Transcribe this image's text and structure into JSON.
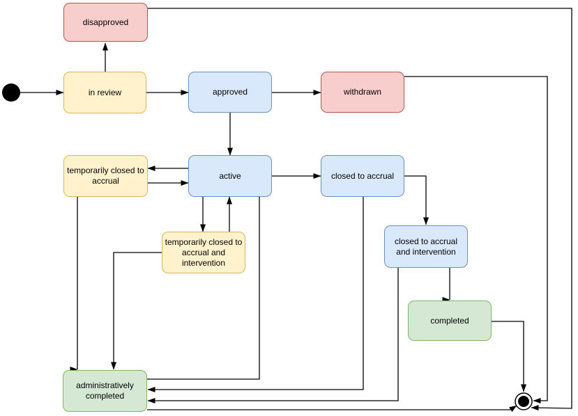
{
  "diagram": {
    "type": "state-diagram",
    "colors": {
      "yellow": {
        "fill": "#fff2cc",
        "stroke": "#d6b656"
      },
      "blue": {
        "fill": "#dae8fc",
        "stroke": "#6c8ebf"
      },
      "red": {
        "fill": "#f8cecc",
        "stroke": "#b85450"
      },
      "green": {
        "fill": "#d5e8d4",
        "stroke": "#82b366"
      },
      "edge": {
        "fill": "#000000",
        "stroke": "#000000"
      },
      "node": {
        "fill": "#000000",
        "stroke": "#000000"
      }
    },
    "states": {
      "disapproved": {
        "label": "disapproved",
        "color": "red"
      },
      "in_review": {
        "label": "in review",
        "color": "yellow"
      },
      "approved": {
        "label": "approved",
        "color": "blue"
      },
      "withdrawn": {
        "label": "withdrawn",
        "color": "red"
      },
      "temp_closed_accrual": {
        "label": "temporarily closed to accrual",
        "color": "yellow"
      },
      "active": {
        "label": "active",
        "color": "blue"
      },
      "closed_accrual": {
        "label": "closed to accrual",
        "color": "blue"
      },
      "temp_closed_accrual_intervention": {
        "label": "temporarily closed to accrual and intervention",
        "color": "yellow"
      },
      "closed_accrual_intervention": {
        "label": "closed to accrual and intervention",
        "color": "blue"
      },
      "completed": {
        "label": "completed",
        "color": "green"
      },
      "admin_completed": {
        "label": "administratively completed",
        "color": "green"
      }
    },
    "transitions": [
      {
        "from": "start",
        "to": "in review",
        "arrow": true
      },
      {
        "from": "in review",
        "to": "disapproved",
        "arrow": true
      },
      {
        "from": "in review",
        "to": "approved",
        "arrow": true
      },
      {
        "from": "approved",
        "to": "withdrawn",
        "arrow": true
      },
      {
        "from": "approved",
        "to": "active",
        "arrow": true
      },
      {
        "from": "active",
        "to": "temporarily closed to accrual",
        "arrow": true
      },
      {
        "from": "temporarily closed to accrual",
        "to": "active",
        "arrow": true
      },
      {
        "from": "active",
        "to": "closed to accrual",
        "arrow": true
      },
      {
        "from": "active",
        "to": "temporarily closed to accrual and intervention",
        "arrow": true
      },
      {
        "from": "temporarily closed to accrual and intervention",
        "to": "active",
        "arrow": true
      },
      {
        "from": "active",
        "to": "administratively completed",
        "arrow": false
      },
      {
        "from": "temporarily closed to accrual",
        "to": "administratively completed",
        "arrow": true
      },
      {
        "from": "temporarily closed to accrual and intervention",
        "to": "administratively completed",
        "arrow": true
      },
      {
        "from": "closed to accrual",
        "to": "closed to accrual and intervention",
        "arrow": true
      },
      {
        "from": "closed to accrual",
        "to": "administratively completed",
        "arrow": true
      },
      {
        "from": "closed to accrual and intervention",
        "to": "completed",
        "arrow": true
      },
      {
        "from": "closed to accrual and intervention",
        "to": "administratively completed",
        "arrow": true
      },
      {
        "from": "completed",
        "to": "end",
        "arrow": true
      },
      {
        "from": "withdrawn",
        "to": "end",
        "arrow": true
      },
      {
        "from": "disapproved",
        "to": "end",
        "arrow": true
      },
      {
        "from": "administratively completed",
        "to": "end",
        "arrow": true
      }
    ]
  }
}
